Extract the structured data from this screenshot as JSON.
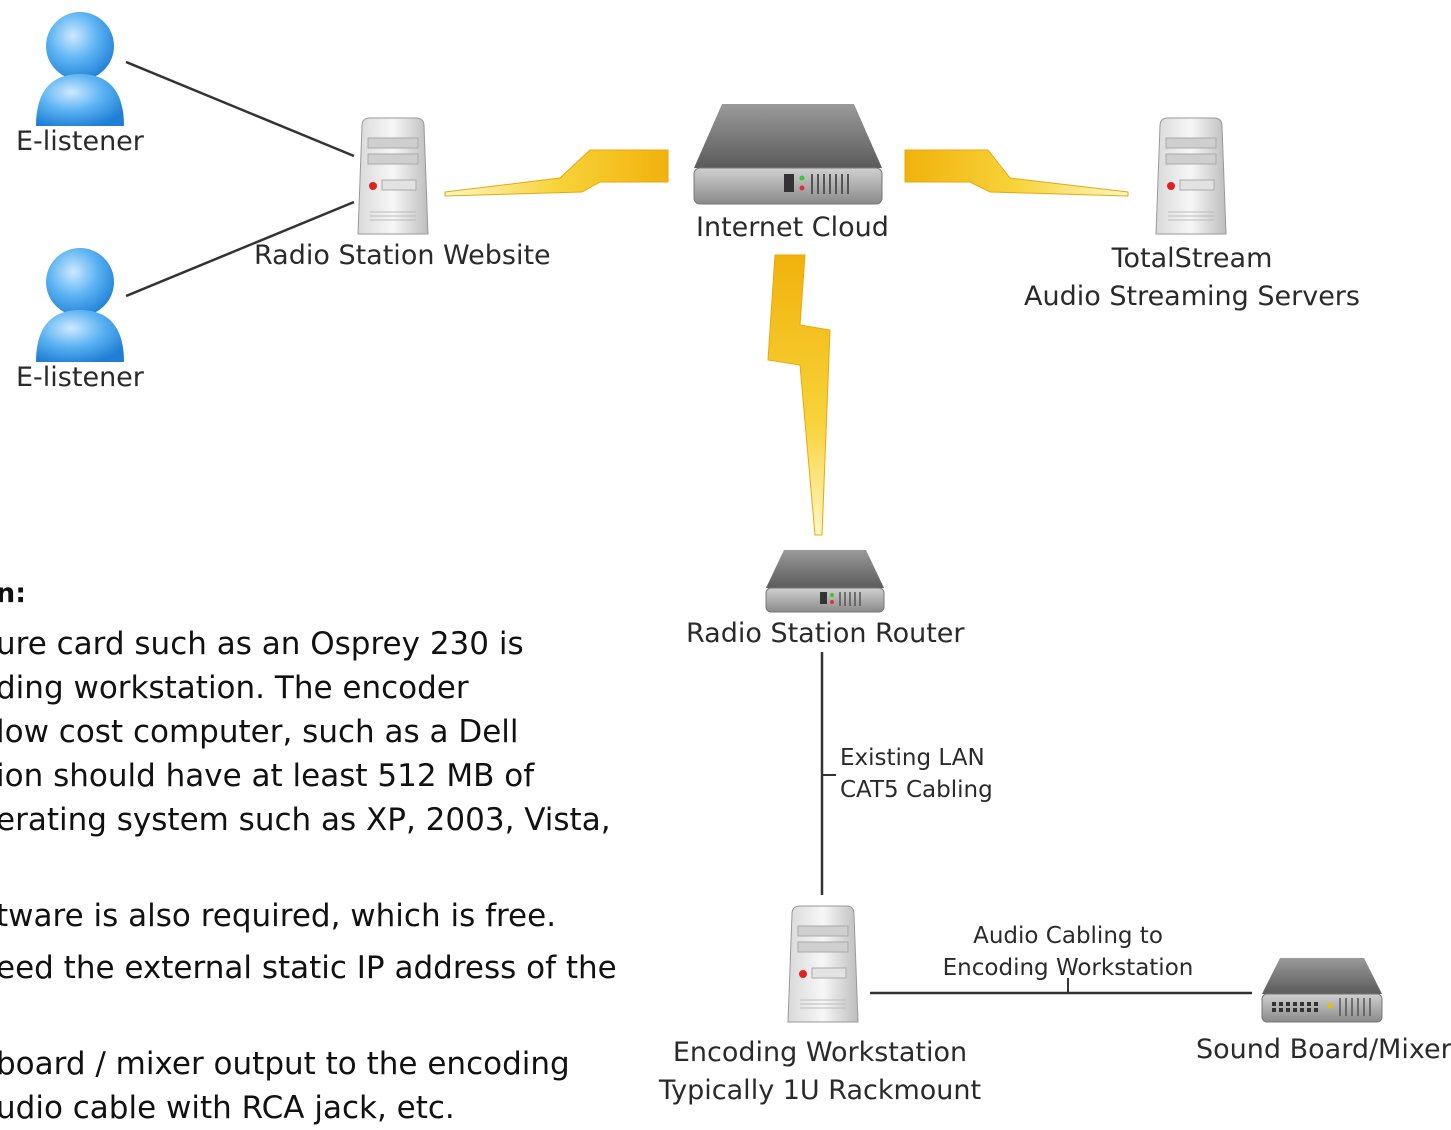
{
  "nodes": {
    "listener_top": "E-listener",
    "listener_bottom": "E-listener",
    "website": "Radio Station Website",
    "cloud": "Internet Cloud",
    "totalstream_1": "TotalStream",
    "totalstream_2": "Audio Streaming Servers",
    "router": "Radio Station Router",
    "workstation_1": "Encoding Workstation",
    "workstation_2": "Typically 1U Rackmount",
    "mixer": "Sound Board/Mixer"
  },
  "edges": {
    "lan_1": "Existing LAN",
    "lan_2": "CAT5 Cabling",
    "audio_1": "Audio Cabling to",
    "audio_2": "Encoding Workstation"
  },
  "notes": {
    "heading": "n:",
    "lines": [
      "ure card such as an Osprey 230 is",
      "ding workstation. The encoder",
      " low cost computer, such as a Dell",
      "ion should have at least 512 MB of",
      "erating system such as XP, 2003, Vista,",
      "",
      "tware is also required, which is free.",
      "eed the external static IP address of the",
      "",
      "board / mixer output to the encoding",
      "udio cable with RCA jack, etc."
    ]
  },
  "colors": {
    "link_line": "#333333",
    "lightning": "#f6c51c",
    "user_blue": "#3b9fe8",
    "device_gray": "#8a8a8a"
  }
}
